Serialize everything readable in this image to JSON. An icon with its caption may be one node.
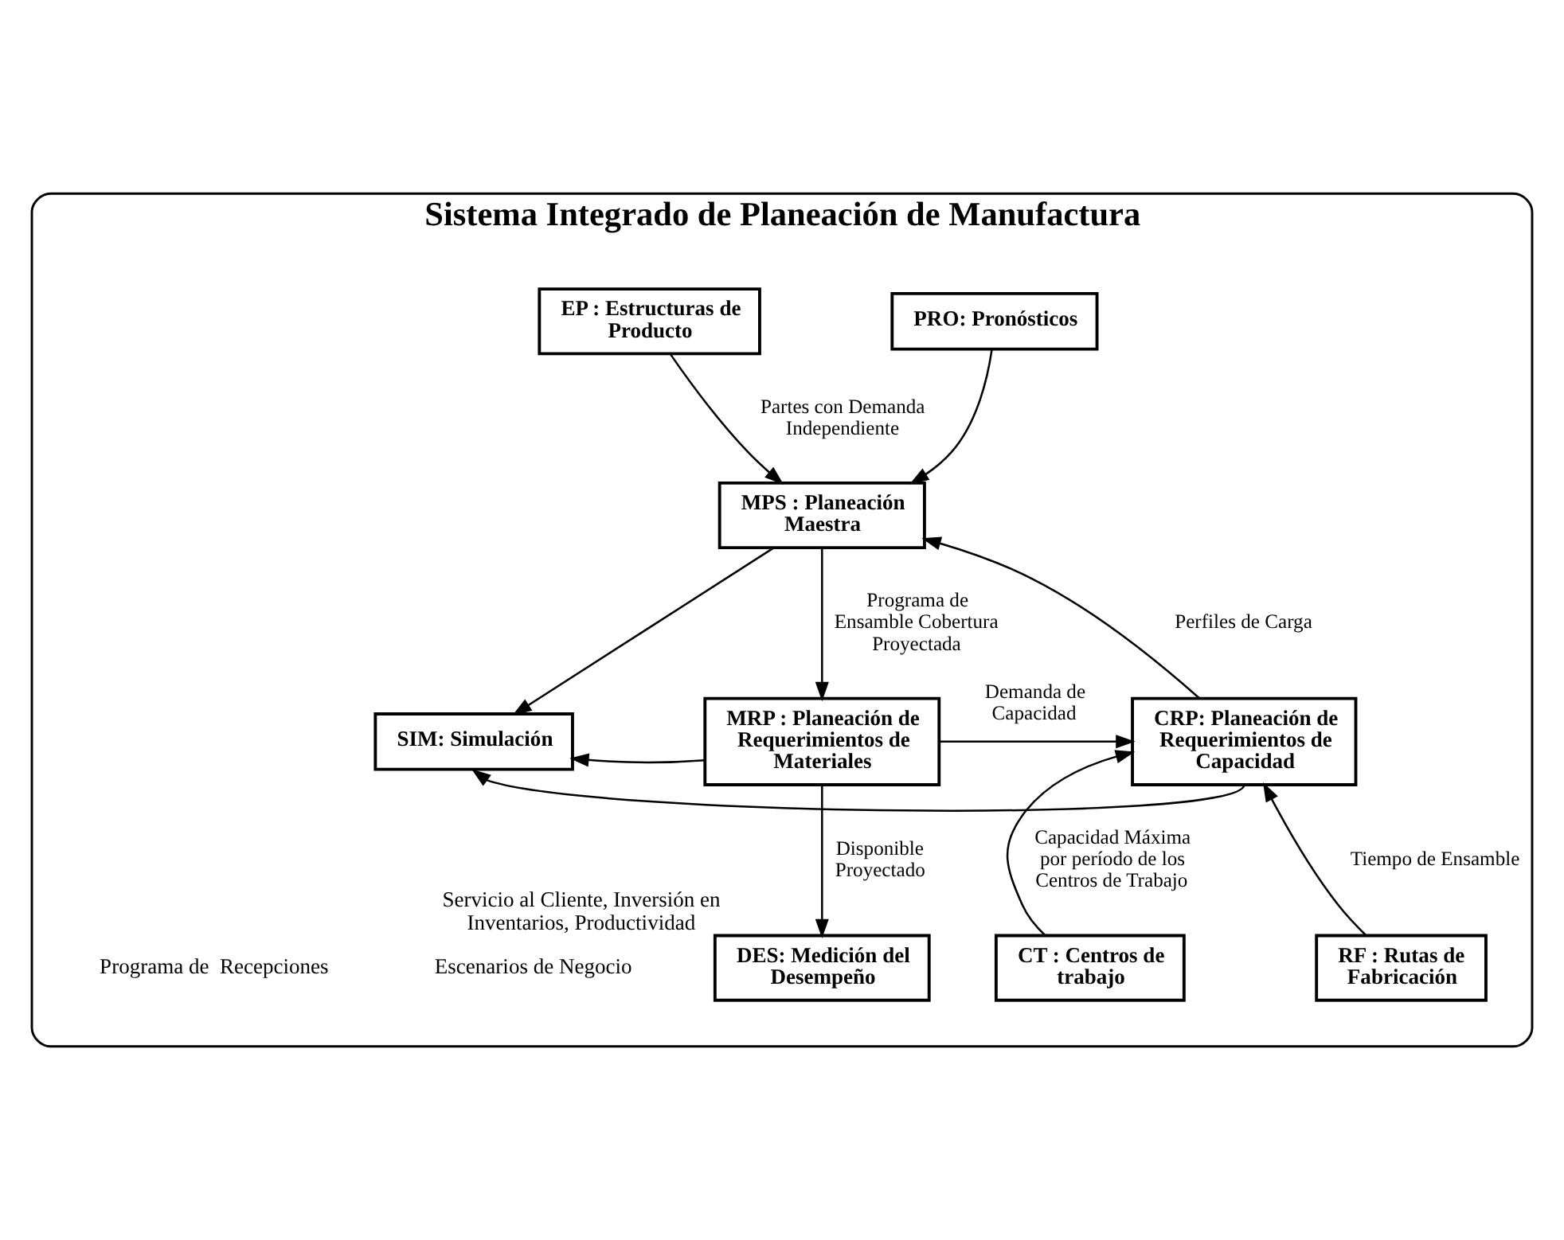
{
  "diagram": {
    "nodes": [
      {
        "text": [
          "Sistema Integrado de Planeación de Manufactura"
        ]
      },
      {
        "text": [
          "EP : Estructuras de Producto"
        ],
        "in": 0
      },
      {
        "text": [
          "PRO: Pronósticos"
        ],
        "in": 0
      },
      {
        "text": [
          "MPS : Planeación Maestra"
        ],
        "in": 0
      },
      {
        "text": [
          "SIM: Simulación"
        ],
        "in": 0
      },
      {
        "text": [
          "MRP : Planeación de Requerimientos de Materiales"
        ],
        "in": 0
      },
      {
        "text": [
          "CRP: Planeación de Requerimientos de Capacidad"
        ],
        "in": 0
      },
      {
        "text": [
          "DES: Medición del Desempeño"
        ],
        "in": 0,
        "beside": [
          "Servicio al Cliente, Inversión en Inventarios, Productividad"
        ]
      },
      {
        "text": [
          "CT : Centros de trabajo"
        ],
        "in": 0
      },
      {
        "text": [
          "RF : Rutas de Fabricación"
        ],
        "in": 0
      }
    ],
    "edges": [
      {
        "from": 1,
        "to": 3,
        "arrow": "to",
        "label": "Partes con Demanda Independiente"
      },
      {
        "from": 2,
        "to": 3,
        "arrow": "to"
      },
      {
        "from": 3,
        "to": 4,
        "arrow": "to"
      },
      {
        "from": 3,
        "to": 5,
        "arrow": "to",
        "label": "Programa de Ensamble Cobertura Proyectada"
      },
      {
        "from": 5,
        "to": 4,
        "arrow": "to"
      },
      {
        "from": 5,
        "to": 6,
        "arrow": "to",
        "label": "Demanda de Capacidad"
      },
      {
        "from": 6,
        "to": 3,
        "arrow": "to",
        "label": "Perfiles de Carga"
      },
      {
        "from": 6,
        "to": 4,
        "arrow": "to"
      },
      {
        "from": 5,
        "to": 7,
        "arrow": "to",
        "label": "Disponible Proyectado"
      },
      {
        "from": 8,
        "to": 6,
        "arrow": "to",
        "label": "Capacidad Máxima por período de los Centros de Trabajo"
      },
      {
        "from": 9,
        "to": 6,
        "arrow": "to",
        "label": "Tiempo de Ensamble"
      }
    ],
    "labels": [
      "Escenarios de Negocio",
      "Programa de  Recepciones"
    ]
  }
}
